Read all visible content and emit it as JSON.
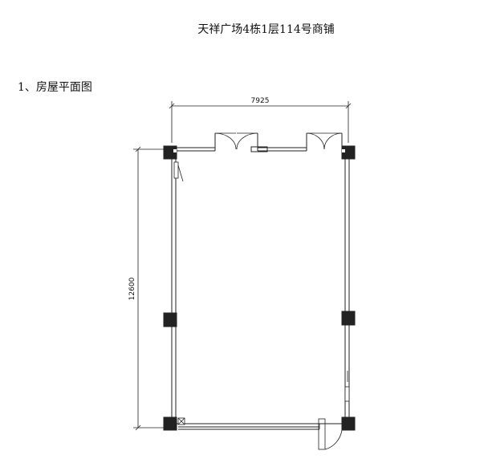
{
  "document": {
    "title": "天祥广场4栋1层114号商铺",
    "section_heading": "1、房屋平面图"
  },
  "floor_plan": {
    "width_dimension": "7925",
    "depth_dimension": "12600"
  }
}
